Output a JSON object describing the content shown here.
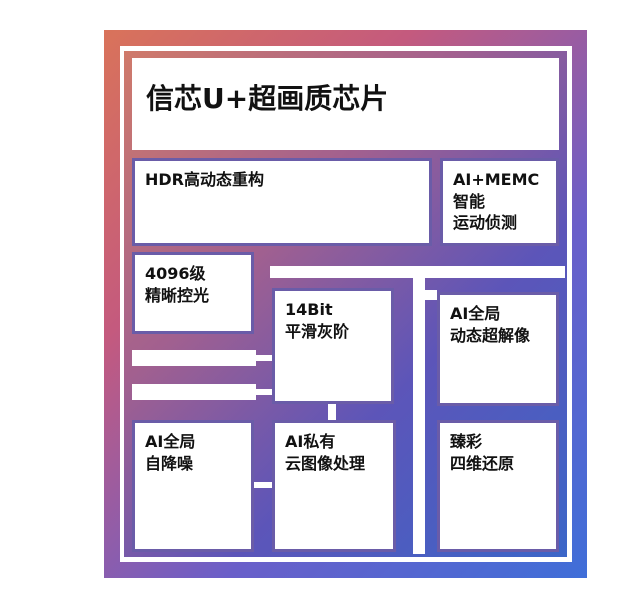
{
  "title": "信芯U+超画质芯片",
  "blocks": {
    "hdr": [
      "HDR高动态重构"
    ],
    "memc": [
      "AI+MEMC",
      "智能",
      "运动侦测"
    ],
    "precision": [
      "4096级",
      "精晰控光"
    ],
    "gray": [
      "14Bit",
      "平滑灰阶"
    ],
    "superres": [
      "AI全局",
      "动态超解像"
    ],
    "denoise": [
      "AI全局",
      "自降噪"
    ],
    "cloud": [
      "AI私有",
      "云图像处理"
    ],
    "color": [
      "臻彩",
      "四维还原"
    ]
  }
}
